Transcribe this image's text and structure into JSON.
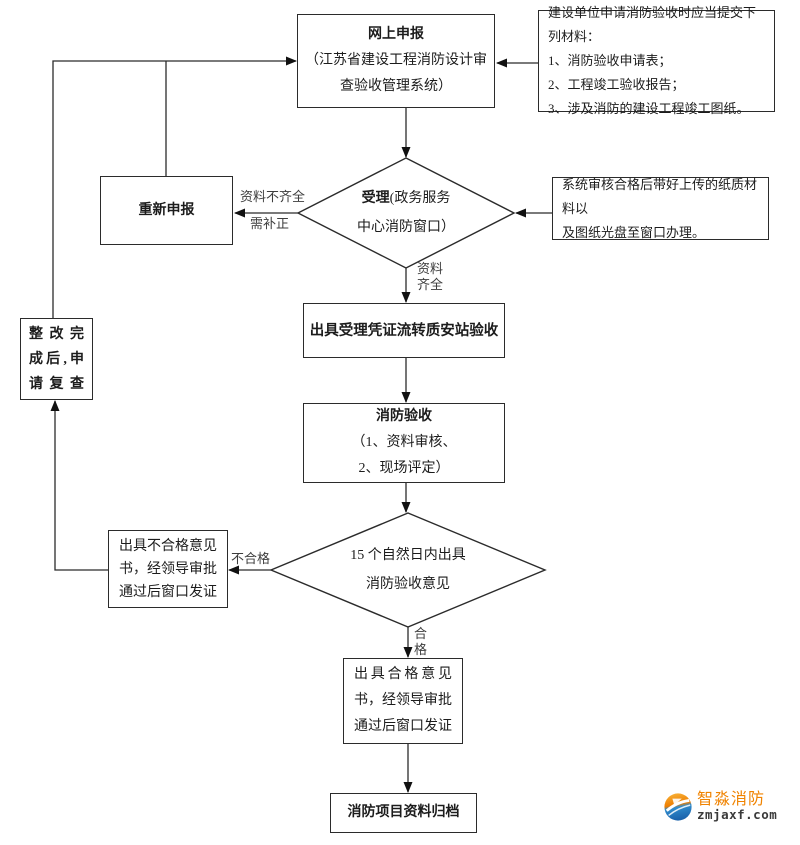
{
  "flowchart": {
    "nodes": {
      "online_declare": {
        "title": "网上申报",
        "subtitle_line1": "（江苏省建设工程消防设计审",
        "subtitle_line2": "查验收管理系统）"
      },
      "materials_note": {
        "lines": [
          "建设单位申请消防验收时应当提交下列材料：",
          "1、消防验收申请表；",
          "2、工程竣工验收报告；",
          "3、涉及消防的建设工程竣工图纸。"
        ]
      },
      "accept_decision": {
        "bold": "受理",
        "rest": "(政务服务",
        "line2": "中心消防窗口）"
      },
      "reapply": {
        "label": "重新申报"
      },
      "system_note": {
        "line1": "系统审核合格后带好上传的纸质材料以",
        "line2": "及图纸光盘至窗口办理。"
      },
      "issue_receipt": {
        "label": "出具受理凭证流转质安站验收"
      },
      "fire_acceptance": {
        "title": "消防验收",
        "line1": "（1、资料审核、",
        "line2": "2、现场评定）"
      },
      "days15_decision": {
        "line1": "15 个自然日内出具",
        "line2": "消防验收意见"
      },
      "fail_issue": {
        "lines": [
          "出具不合格意见",
          "书，经领导审批",
          "通过后窗口发证"
        ]
      },
      "pass_issue": {
        "lines": [
          "出具合格意见",
          "书，经领导审批",
          "通过后窗口发证"
        ]
      },
      "archive": {
        "label": "消防项目资料归档"
      },
      "rectify": {
        "lines": [
          "整改完",
          "成后,申",
          "请复查"
        ]
      }
    },
    "edge_labels": {
      "incomplete_1": "资料不齐全",
      "incomplete_2": "需补正",
      "complete_1": "资料",
      "complete_2": "齐全",
      "fail": "不合格",
      "pass_1": "合",
      "pass_2": "格"
    }
  },
  "branding": {
    "name": "智淼消防",
    "domain": "zmjaxf.com",
    "accent_color": "#f08300",
    "blue_color": "#2a7fc9"
  }
}
